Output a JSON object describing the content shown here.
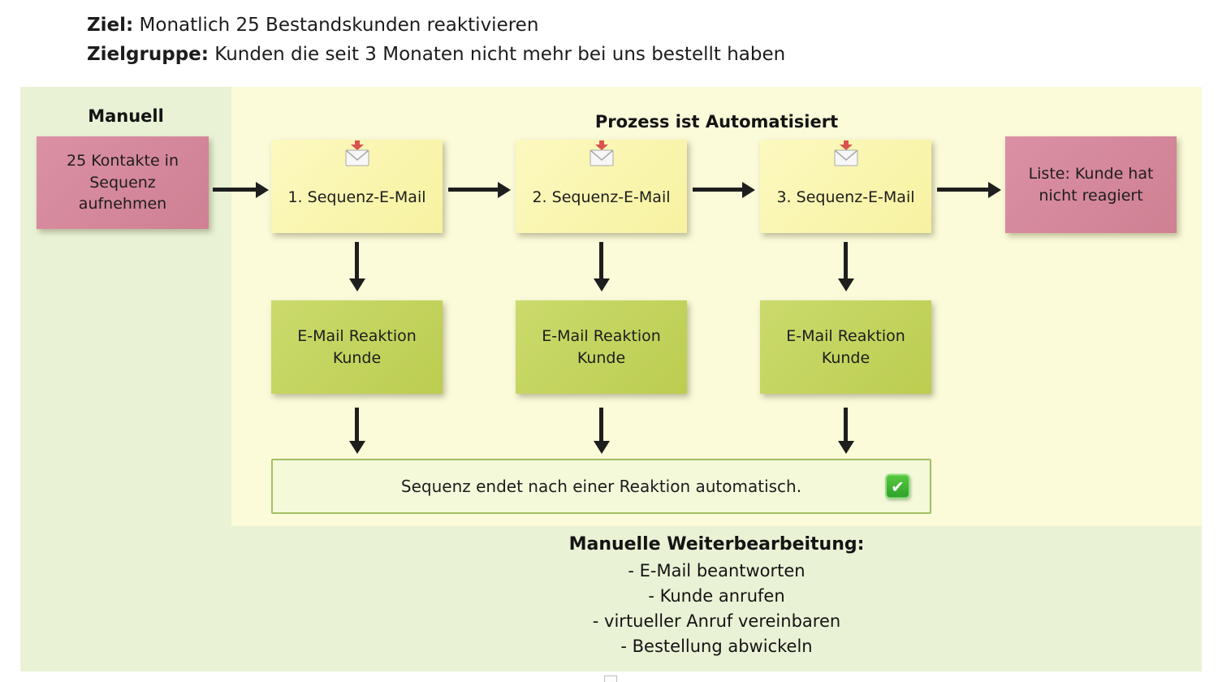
{
  "header": {
    "goal_label": "Ziel:",
    "goal_text": " Monatlich 25 Bestandskunden reaktivieren",
    "audience_label": "Zielgruppe:",
    "audience_text": " Kunden die seit 3 Monaten nicht mehr bei uns bestellt haben"
  },
  "zones": {
    "manual_label": "Manuell",
    "automated_label": "Prozess ist Automatisiert"
  },
  "flow": {
    "start_note": "25 Kontakte in\nSequenz\naufnehmen",
    "sequence_steps": [
      {
        "email_note": "1. Sequenz-E-Mail",
        "reaction_note": "E-Mail Reaktion\nKunde"
      },
      {
        "email_note": "2. Sequenz-E-Mail",
        "reaction_note": "E-Mail Reaktion\nKunde"
      },
      {
        "email_note": "3. Sequenz-E-Mail",
        "reaction_note": "E-Mail Reaktion\nKunde"
      }
    ],
    "end_note": "Liste: Kunde hat\nnicht reagiert",
    "sequence_end": {
      "text": "Sequenz endet nach einer Reaktion automatisch.",
      "check_glyph": "✔"
    }
  },
  "footer": {
    "title": "Manuelle Weiterbearbeitung:",
    "items": [
      "- E-Mail beantworten",
      "- Kunde anrufen",
      "- virtueller Anruf vereinbaren",
      "- Bestellung abwickeln"
    ]
  },
  "colors": {
    "manual_zone_bg": "#e9f2d5",
    "automated_zone_bg": "#fbfad9",
    "pink_note_bg": "#d5879b",
    "yellow_note_bg": "#faf6ae",
    "green_note_bg": "#c3d35c",
    "end_box_bg": "#f4f9da",
    "end_box_border": "#a2bf62",
    "check_green": "#3fae3b",
    "mail_arrow_red": "#d9534f",
    "arrow_black": "#1e1e1e"
  }
}
